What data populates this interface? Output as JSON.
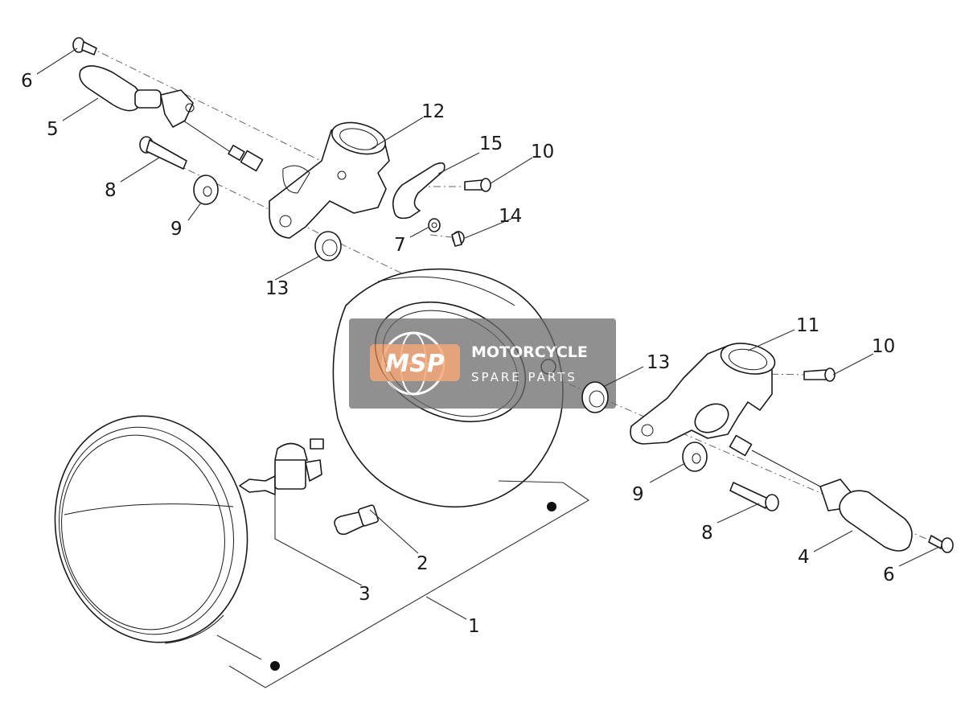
{
  "diagram": {
    "callouts": {
      "c1": "1",
      "c2": "2",
      "c3": "3",
      "c4": "4",
      "c5": "5",
      "c6a": "6",
      "c6b": "6",
      "c7": "7",
      "c8a": "8",
      "c8b": "8",
      "c9a": "9",
      "c9b": "9",
      "c10a": "10",
      "c10b": "10",
      "c11": "11",
      "c12": "12",
      "c13a": "13",
      "c13b": "13",
      "c14": "14",
      "c15": "15"
    }
  },
  "watermark": {
    "logo": "MSP",
    "line1": "MOTORCYCLE",
    "line2": "SPARE PARTS"
  },
  "colors": {
    "watermark_box": "#6b6b6b",
    "watermark_accent": "#f08a4b"
  }
}
